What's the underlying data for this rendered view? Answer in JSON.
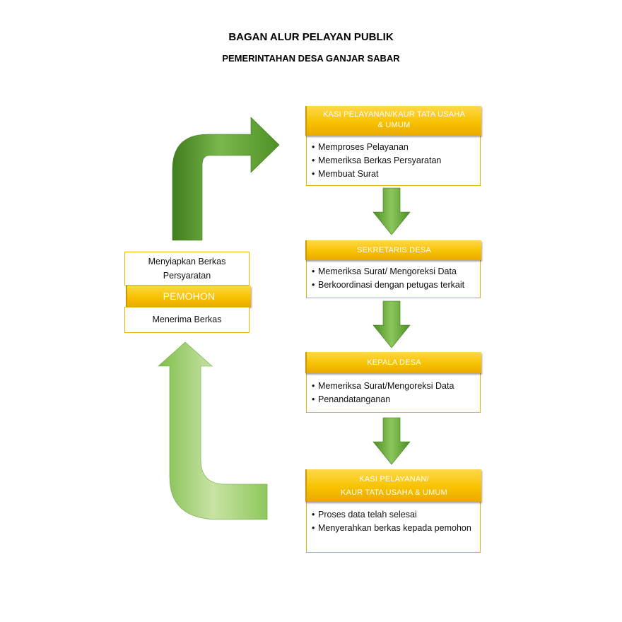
{
  "header": {
    "title": "BAGAN ALUR PELAYAN PUBLIK",
    "subtitle": "PEMERINTAHAN DESA GANJAR SABAR"
  },
  "pemohon": {
    "top_text_line1": "Menyiapkan Berkas",
    "top_text_line2": "Persyaratan",
    "label": "PEMOHON",
    "bottom_text": "Menerima Berkas"
  },
  "steps": [
    {
      "header_line1": "KASI PELAYANAN/KAUR TATA USAHA",
      "header_line2": "& UMUM",
      "items": [
        "Memproses Pelayanan",
        "Memeriksa Berkas Persyaratan",
        "Membuat Surat"
      ]
    },
    {
      "header_line1": "SEKRETARIS DESA",
      "items": [
        "Memeriksa Surat/ Mengoreksi Data",
        "Berkoordinasi dengan petugas terkait"
      ]
    },
    {
      "header_line1": "KEPALA DESA",
      "items": [
        "Memeriksa Surat/Mengoreksi Data",
        "Penandatanganan"
      ]
    },
    {
      "header_line1": "KASI PELAYANAN/",
      "header_line2": "KAUR TATA USAHA & UMUM",
      "items": [
        "Proses data telah selesai",
        "Menyerahkan berkas kepada pemohon"
      ]
    }
  ],
  "colors": {
    "header_yellow": "#f7c200",
    "box_border": "#e8b400",
    "arrow_green": "#6fb23c"
  }
}
